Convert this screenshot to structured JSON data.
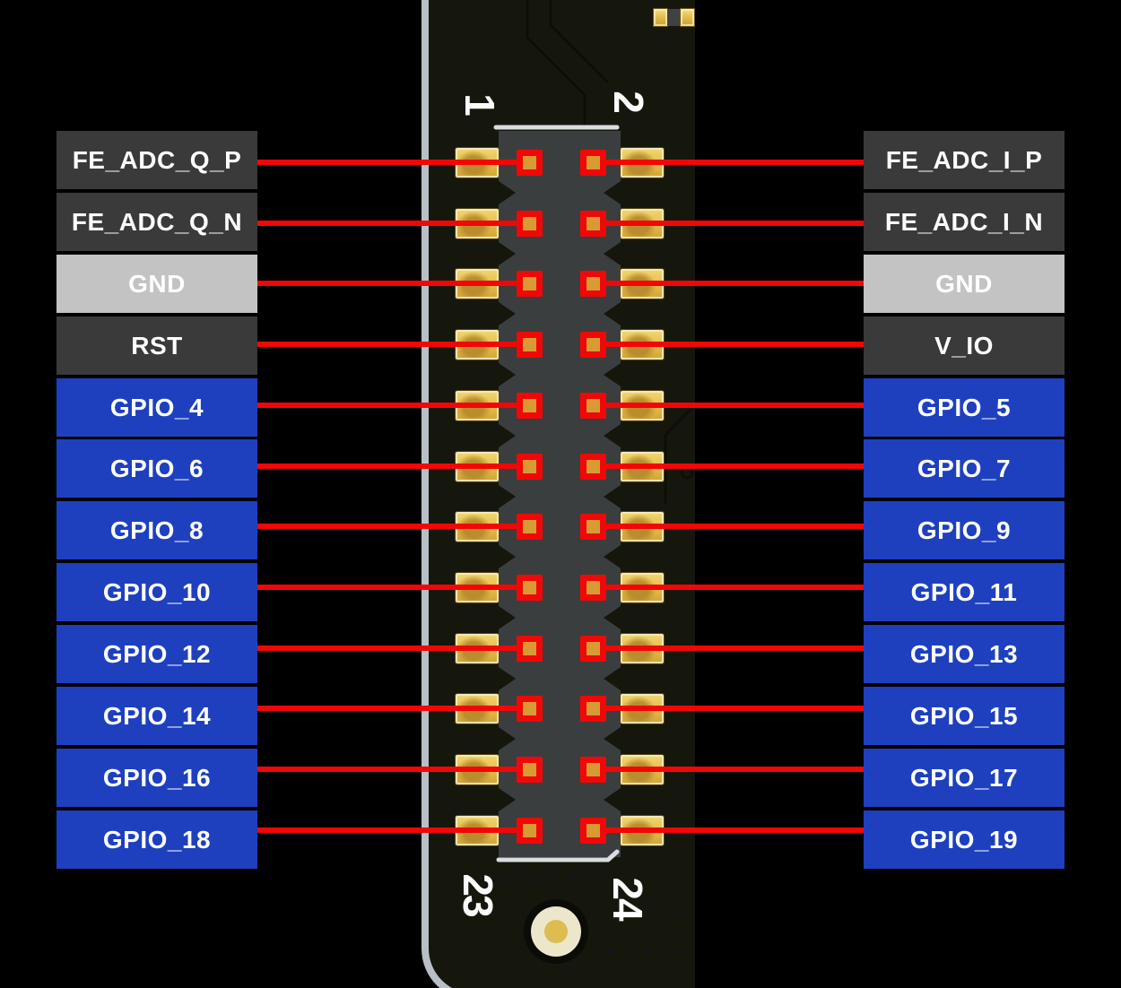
{
  "colors": {
    "board": "#15170d",
    "board_edge": "#b9bfc6",
    "connector_body": "#3b3e3f",
    "silkscreen": "#d9dde0",
    "wire": "#f20707",
    "pin_square": "#f20707",
    "pin_center": "#d89b33",
    "pad_gold": "#e6bf4e",
    "signal_box": "#3a3a3a",
    "ground_box": "#c3c3c3",
    "gpio_box": "#1e40bf",
    "hole_ring": "#0b0b08",
    "hole_pad": "#ece6cb",
    "hole_center": "#ddbc51"
  },
  "connector": {
    "corner_pin_numbers": {
      "top_left": "1",
      "top_right": "2",
      "bottom_left": "23",
      "bottom_right": "24"
    },
    "rows": [
      {
        "left": {
          "label": "FE_ADC_Q_P",
          "type": "signal"
        },
        "right": {
          "label": "FE_ADC_I_P",
          "type": "signal"
        }
      },
      {
        "left": {
          "label": "FE_ADC_Q_N",
          "type": "signal"
        },
        "right": {
          "label": "FE_ADC_I_N",
          "type": "signal"
        }
      },
      {
        "left": {
          "label": "GND",
          "type": "ground"
        },
        "right": {
          "label": "GND",
          "type": "ground"
        }
      },
      {
        "left": {
          "label": "RST",
          "type": "signal"
        },
        "right": {
          "label": "V_IO",
          "type": "signal"
        }
      },
      {
        "left": {
          "label": "GPIO_4",
          "type": "gpio"
        },
        "right": {
          "label": "GPIO_5",
          "type": "gpio"
        }
      },
      {
        "left": {
          "label": "GPIO_6",
          "type": "gpio"
        },
        "right": {
          "label": "GPIO_7",
          "type": "gpio"
        }
      },
      {
        "left": {
          "label": "GPIO_8",
          "type": "gpio"
        },
        "right": {
          "label": "GPIO_9",
          "type": "gpio"
        }
      },
      {
        "left": {
          "label": "GPIO_10",
          "type": "gpio"
        },
        "right": {
          "label": "GPIO_11",
          "type": "gpio"
        }
      },
      {
        "left": {
          "label": "GPIO_12",
          "type": "gpio"
        },
        "right": {
          "label": "GPIO_13",
          "type": "gpio"
        }
      },
      {
        "left": {
          "label": "GPIO_14",
          "type": "gpio"
        },
        "right": {
          "label": "GPIO_15",
          "type": "gpio"
        }
      },
      {
        "left": {
          "label": "GPIO_16",
          "type": "gpio"
        },
        "right": {
          "label": "GPIO_17",
          "type": "gpio"
        }
      },
      {
        "left": {
          "label": "GPIO_18",
          "type": "gpio"
        },
        "right": {
          "label": "GPIO_19",
          "type": "gpio"
        }
      }
    ]
  }
}
